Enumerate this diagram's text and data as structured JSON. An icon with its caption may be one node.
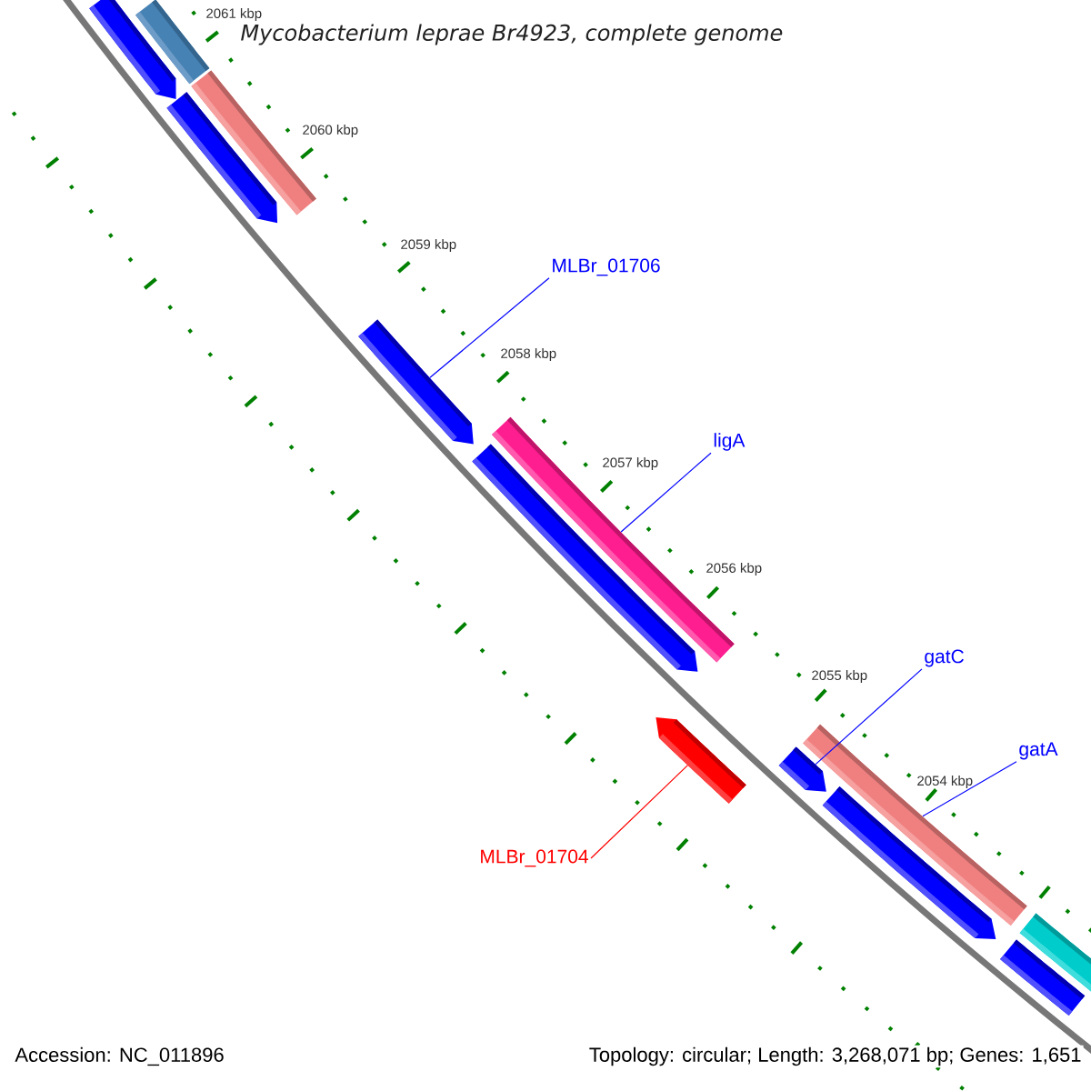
{
  "diagram": {
    "title": "Mycobacterium leprae Br4923, complete genome",
    "nodes": [
      {
        "text": [],
        "shape": "bar"
      },
      {
        "text": [],
        "shape": "bar"
      },
      {
        "text": [],
        "shape": "bar"
      },
      {
        "text": [],
        "shape": "bar"
      },
      {
        "text": [],
        "shape": "bar"
      },
      {
        "text": [],
        "shape": "bar"
      },
      {
        "text": [],
        "shape": "bar"
      },
      {
        "text": [],
        "shape": "bar"
      },
      {
        "text": [],
        "shape": "bar"
      },
      {
        "text": [],
        "shape": "bar"
      },
      {
        "text": [],
        "shape": "bar"
      },
      {
        "text": [],
        "shape": "bar"
      },
      {
        "text": [],
        "shape": "bar"
      },
      {
        "text": [
          "MLBr_01706"
        ]
      },
      {
        "text": [
          "ligA"
        ]
      },
      {
        "text": [
          "gatC"
        ]
      },
      {
        "text": [
          "gatA"
        ]
      },
      {
        "text": [
          "MLBr_01704"
        ]
      }
    ],
    "edges": [
      {
        "from": 13,
        "to": 4,
        "arrow": "none"
      },
      {
        "from": 14,
        "to": 6,
        "arrow": "none"
      },
      {
        "from": 15,
        "to": 8,
        "arrow": "none"
      },
      {
        "from": 16,
        "to": 9,
        "arrow": "none"
      },
      {
        "from": 17,
        "to": 7,
        "arrow": "none",
        "color": "#ff0000"
      }
    ],
    "labels": [
      "2061 kbp",
      "2060 kbp",
      "2059 kbp",
      "2058 kbp",
      "2057 kbp",
      "2056 kbp",
      "2055 kbp",
      "2054 kbp",
      "Accession: NC_011896",
      "Topology: circular; Length: 3,268,071 bp; Genes: 1,651"
    ]
  }
}
